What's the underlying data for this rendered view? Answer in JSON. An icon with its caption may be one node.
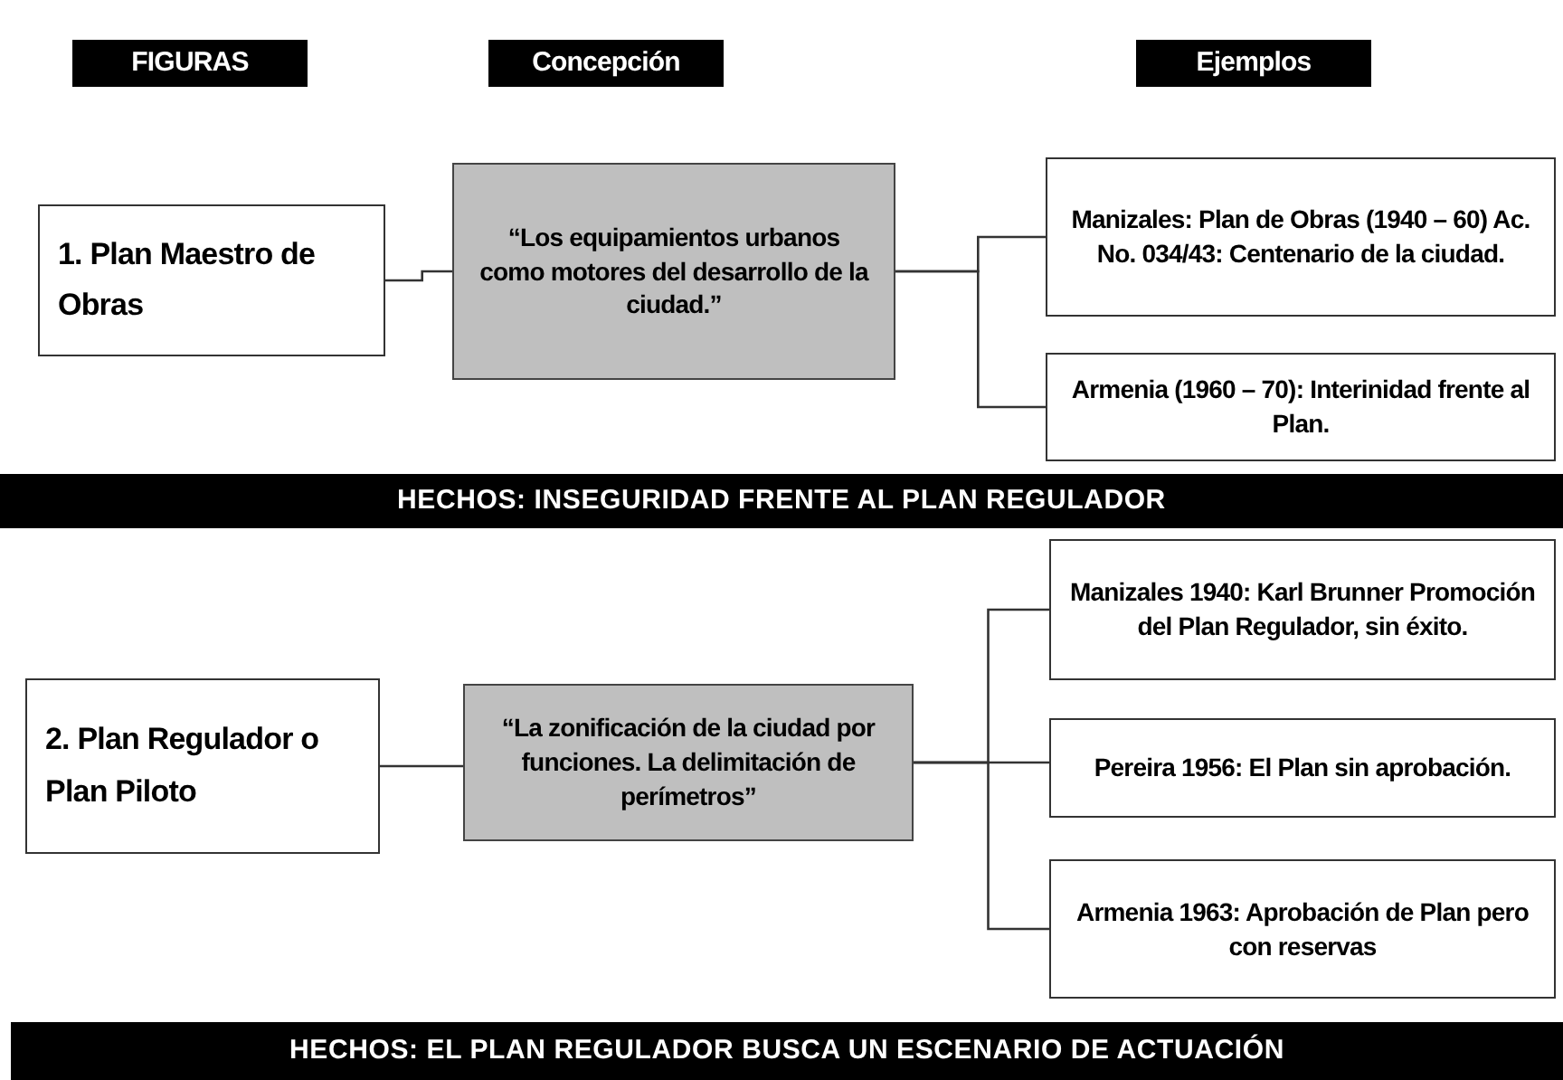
{
  "diagram": {
    "nodes": [
      {
        "text": [
          "FIGURAS"
        ]
      },
      {
        "text": [
          "Concepción"
        ]
      },
      {
        "text": [
          "Ejemplos"
        ]
      },
      {
        "text": [
          "1. Plan Maestro de Obras"
        ]
      },
      {
        "text": [
          "“Los equipamientos urbanos como motores del desarrollo de la ciudad.”"
        ]
      },
      {
        "text": [
          "Manizales: Plan de Obras (1940 – 60) Ac. No. 034/43: Centenario de la ciudad."
        ]
      },
      {
        "text": [
          "Armenia (1960 – 70): Interinidad frente al Plan."
        ]
      },
      {
        "text": [
          "HECHOS: INSEGURIDAD FRENTE AL PLAN REGULADOR"
        ]
      },
      {
        "text": [
          "2. Plan Regulador o Plan Piloto"
        ]
      },
      {
        "text": [
          "“La zonificación de la ciudad por funciones. La delimitación de perímetros”"
        ]
      },
      {
        "text": [
          "Manizales 1940: Karl Brunner Promoción del Plan Regulador, sin éxito."
        ]
      },
      {
        "text": [
          "Pereira 1956: El Plan sin aprobación."
        ]
      },
      {
        "text": [
          "Armenia 1963: Aprobación de Plan pero con reservas"
        ]
      },
      {
        "text": [
          "HECHOS: EL PLAN REGULADOR BUSCA UN ESCENARIO DE ACTUACIÓN"
        ]
      }
    ],
    "edges": [
      {
        "from": 3,
        "to": 4,
        "arrow": "none"
      },
      {
        "from": 4,
        "to": 5,
        "arrow": "none"
      },
      {
        "from": 4,
        "to": 6,
        "arrow": "none"
      },
      {
        "from": 8,
        "to": 9,
        "arrow": "none"
      },
      {
        "from": 9,
        "to": 10,
        "arrow": "none"
      },
      {
        "from": 9,
        "to": 11,
        "arrow": "none"
      },
      {
        "from": 9,
        "to": 12,
        "arrow": "none"
      }
    ]
  }
}
